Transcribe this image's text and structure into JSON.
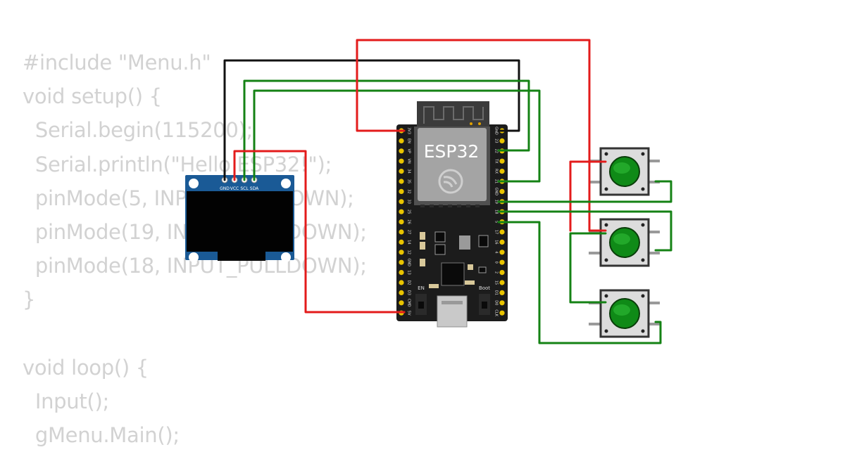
{
  "code_lines": [
    "#include \"Menu.h\"",
    "void setup() {",
    "  Serial.begin(115200);",
    "  Serial.println(\"Hello ESP32!\");",
    "  pinMode(5, INPUT_PULLDOWN);",
    "  pinMode(19, INPUT_PULLDOWN);",
    "  pinMode(18, INPUT_PULLDOWN);",
    "}",
    "",
    "void loop() {",
    "  Input();",
    "  gMenu.Main();"
  ],
  "oled": {
    "pin_labels": [
      "GND",
      "VCC",
      "SCL",
      "SDA"
    ]
  },
  "esp32": {
    "title": "ESP32",
    "left_pins": [
      "3V3",
      "EN",
      "VP",
      "VN",
      "34",
      "35",
      "32",
      "33",
      "25",
      "26",
      "27",
      "14",
      "12",
      "GND",
      "13",
      "D2",
      "D3",
      "CMD",
      "5V"
    ],
    "right_pins": [
      "GND",
      "23",
      "22",
      "TX",
      "RX",
      "21",
      "GND",
      "19",
      "18",
      "5",
      "17",
      "16",
      "4",
      "0",
      "2",
      "15",
      "D1",
      "D0",
      "CLK"
    ],
    "en_label": "EN",
    "boot_label": "Boot"
  },
  "colors": {
    "wire_red": "#e31b1b",
    "wire_black": "#111111",
    "wire_green": "#148214",
    "board": "#1c1c1c",
    "oled_pcb": "#1a5a96",
    "button_cap": "#0f8a17",
    "code_text": "#d2d2d2"
  }
}
